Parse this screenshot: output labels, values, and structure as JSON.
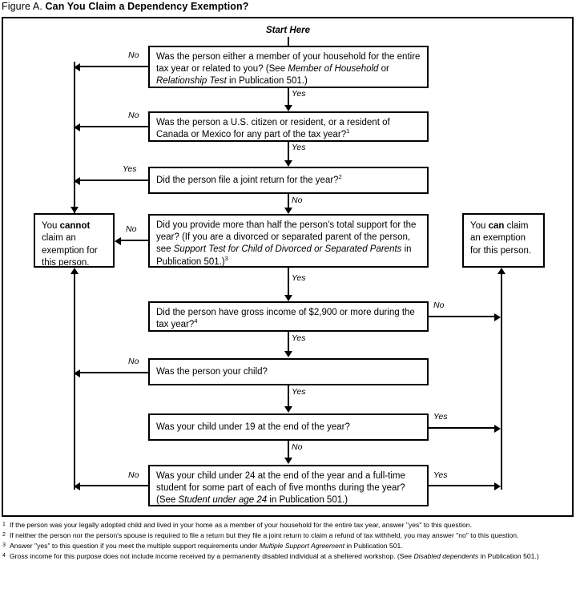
{
  "figure": {
    "label": "Figure A.",
    "caption": "Can You Claim a Dependency Exemption?"
  },
  "start_label": "Start Here",
  "boxes": {
    "q1": {
      "id": "household-or-relationship",
      "text_plain": "Was the person either a member of your household for the entire tax year or related to you? (See Member of Household or Relationship Test in Publication 501.)",
      "lead": "Was the person either a member of your household for the entire tax year or related to you? (See ",
      "em1": "Member of Household",
      "mid": " or ",
      "em2": "Relationship Test",
      "tail": " in Publication 501.)"
    },
    "q2": {
      "id": "citizen-or-resident",
      "text_plain": "Was the person a U.S. citizen or resident, or a resident of Canada or Mexico for any part of the tax year?",
      "lead": "Was the person a U.S. citizen or resident, or a resident of Canada or Mexico for any part of the tax year?",
      "note": "1"
    },
    "q3": {
      "id": "joint-return",
      "text_plain": "Did the person file a joint return for the year?",
      "lead": "Did the person file a joint return for the year?",
      "note": "2"
    },
    "q4": {
      "id": "support-test",
      "text_plain": "Did you provide more than half the person's total support for the year? (If you are a divorced or separated parent of the person, see Support Test for Child of Divorced or Separated Parents in Publication 501.)",
      "lead": "Did you provide more than half the person's total support for the year? (If you are a divorced or separated parent of the person, see ",
      "em1": "Support Test for Child of Divorced or Separated Parents",
      "tail": " in Publication 501.)",
      "note": "3"
    },
    "q5": {
      "id": "gross-income",
      "text_plain": "Did the person have gross income of $2,900 or more during the tax year?",
      "lead": "Did the person have gross income of $2,900 or more during the tax year?",
      "note": "4",
      "amount": "$2,900"
    },
    "q6": {
      "id": "was-person-your-child",
      "text_plain": "Was the person your child?",
      "lead": "Was the person your child?"
    },
    "q7": {
      "id": "child-under-19",
      "text_plain": "Was your child under 19 at the end of the year?",
      "lead": "Was your child under 19 at the end of the year?"
    },
    "q8": {
      "id": "child-under-24-student",
      "text_plain": "Was your child under 24 at the end of the year and a full-time student for some part of each of five months during the year? (See Student under age 24 in Publication 501.)",
      "lead": "Was your child under 24 at the end of the year and a full-time student for some part of each of five months during the year? (See ",
      "em1": "Student under age 24",
      "tail": " in Publication 501.)"
    },
    "cannot": {
      "id": "cannot-claim",
      "text_plain": "You cannot claim an exemption for this person.",
      "lead": "You ",
      "strong": "cannot",
      "tail": " claim an exemption for this person."
    },
    "can": {
      "id": "can-claim",
      "text_plain": "You can claim an exemption for this person.",
      "lead": "You ",
      "strong": "can",
      "tail": " claim an exemption for this person."
    }
  },
  "edge_labels": {
    "q1_no": "No",
    "q1_yes": "Yes",
    "q2_no": "No",
    "q2_yes": "Yes",
    "q3_yes": "Yes",
    "q3_no": "No",
    "q4_no": "No",
    "q4_yes": "Yes",
    "q5_no": "No",
    "q5_yes": "Yes",
    "q6_no": "No",
    "q6_yes": "Yes",
    "q7_yes": "Yes",
    "q7_no": "No",
    "q8_no": "No",
    "q8_yes": "Yes"
  },
  "footnotes": [
    {
      "marker": "1",
      "lead": "If the person was your legally adopted child and lived in your home as a member of your household for the entire tax year, answer \"yes\" to this question.",
      "em": "",
      "tail": ""
    },
    {
      "marker": "2",
      "lead": "If neither the person nor the person's spouse is required to file a return but they file a joint return to claim a refund of tax withheld, you may answer \"no\" to this question.",
      "em": "",
      "tail": ""
    },
    {
      "marker": "3",
      "lead": "Answer \"yes\" to this question if you meet the multiple support requirements under ",
      "em": "Multiple Support Agreement",
      "tail": " in Publication 501."
    },
    {
      "marker": "4",
      "lead": "Gross income for this purpose does not include income received by a permanently disabled individual at a sheltered workshop. (See ",
      "em": "Disabled dependents",
      "tail": " in Publication 501.)"
    }
  ],
  "colors": {
    "ink": "#000000",
    "paper": "#ffffff"
  }
}
